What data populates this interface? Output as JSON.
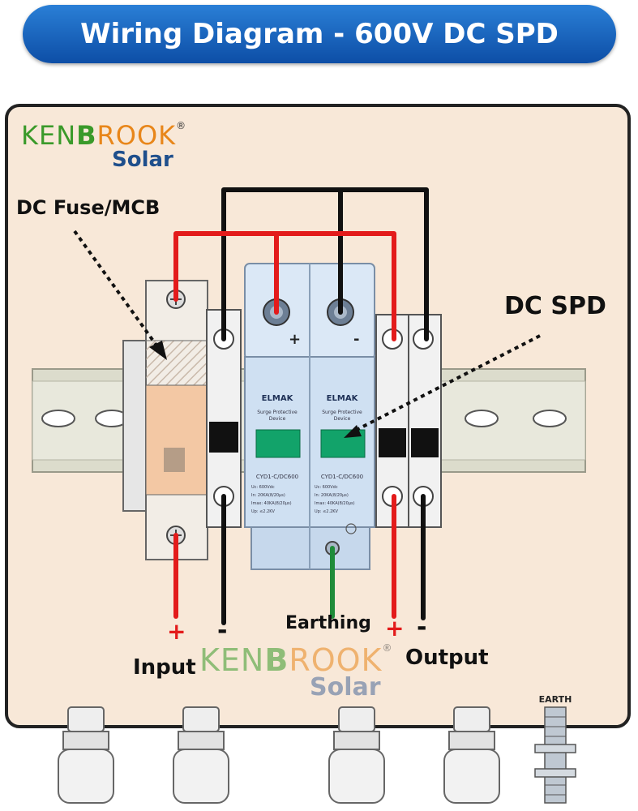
{
  "title": "Wiring Diagram - 600V DC SPD",
  "logo": {
    "brand_part1": "KEN",
    "brand_part2": "B",
    "brand_part3": "ROOK",
    "registered": "®",
    "solar": "Solar"
  },
  "labels": {
    "dc_fuse": "DC Fuse/MCB",
    "dc_spd": "DC SPD",
    "input": "Input",
    "output": "Output",
    "earthing": "Earthing",
    "earth_tag": "EARTH",
    "plus": "+",
    "minus": "-"
  },
  "spd_device": {
    "brand": "ELMAK",
    "subtitle_line1": "Surge Protective",
    "subtitle_line2": "Device",
    "model": "CYD1-C/DC600",
    "spec_uc": "Uc:   600Vdc",
    "spec_in": "In:   20KA(8/20μs)",
    "spec_imax": "Imax: 40KA(8/20μs)",
    "spec_up": "Up:  ≤2.2KV",
    "terminal_plus": "+",
    "terminal_minus": "-"
  },
  "colors": {
    "banner": "#1a63c0",
    "enclosure": "#f8e8d8",
    "rail": "#dcdccc",
    "positive_wire": "#e31b1b",
    "negative_wire": "#111111",
    "earth_wire": "#1f8c3a",
    "spd_body": "#cfe0f2",
    "spd_window": "#12a36a",
    "fuse_body": "#f3c8a4",
    "logo_green": "#3a9a2a",
    "logo_orange": "#e8861a"
  }
}
